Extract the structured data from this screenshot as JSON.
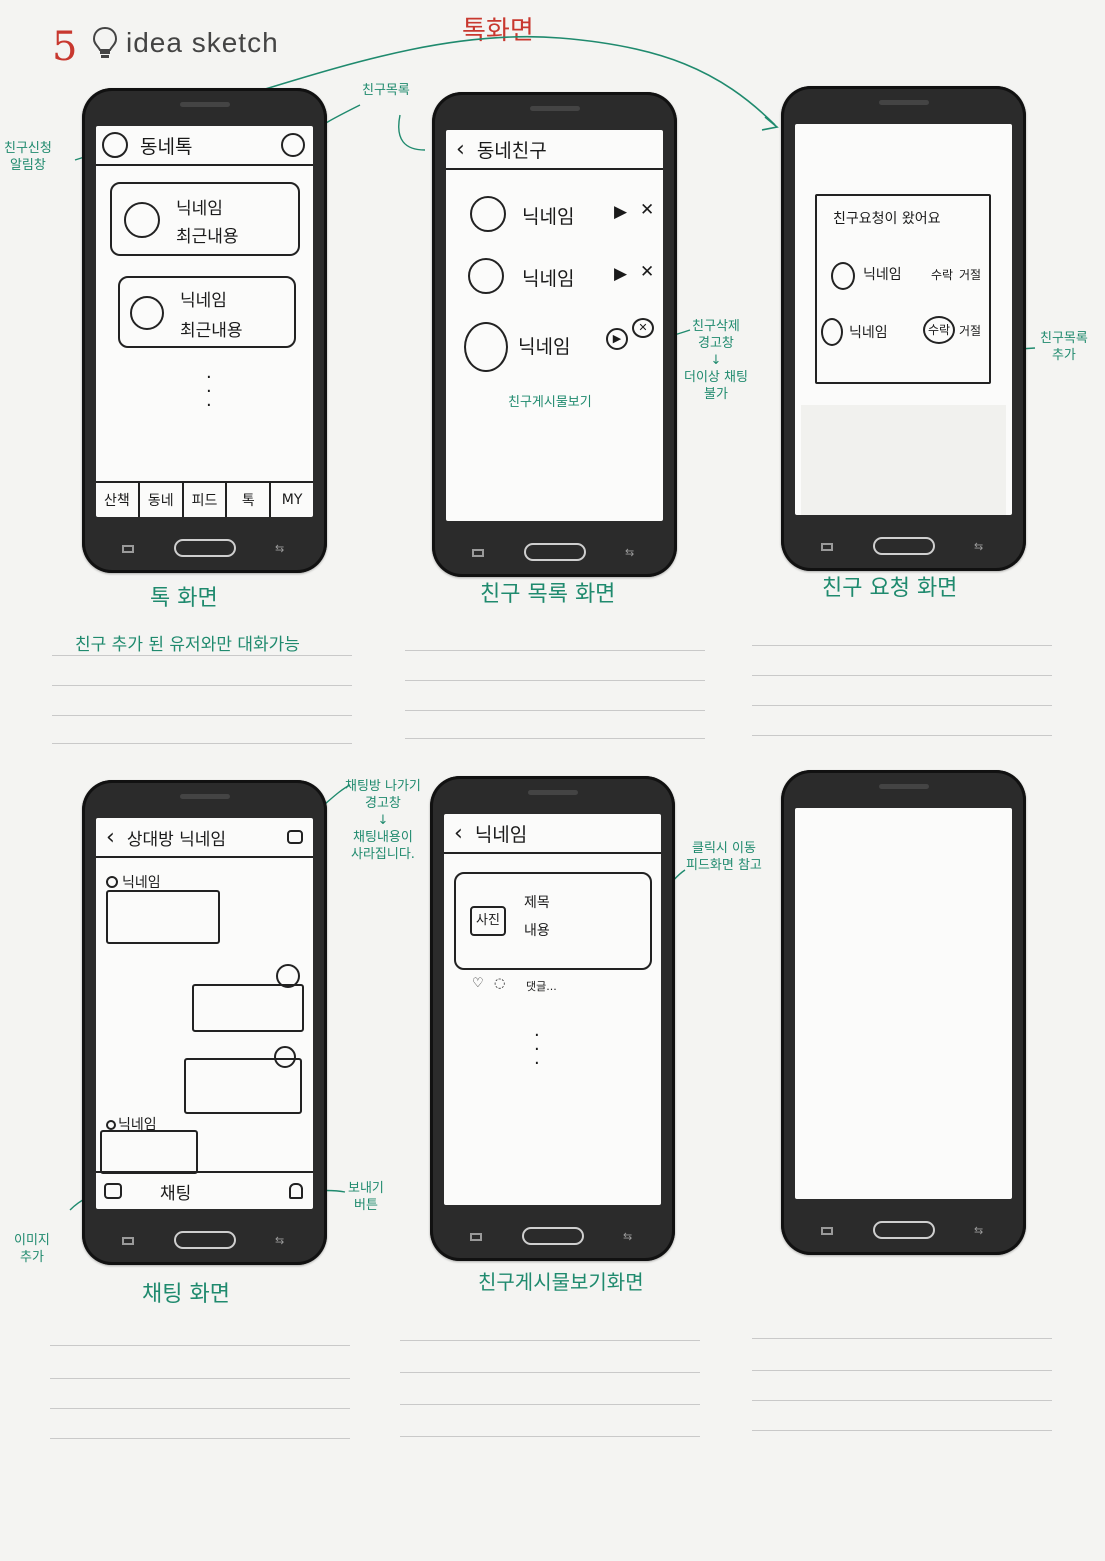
{
  "header": {
    "page_number": "5",
    "brand": "idea sketch",
    "flow_label": "톡화면"
  },
  "screen1": {
    "title": "동네톡",
    "items": [
      {
        "name": "닉네임",
        "preview": "최근내용"
      },
      {
        "name": "닉네임",
        "preview": "최근내용"
      }
    ],
    "tabs": [
      "산책",
      "동네",
      "피드",
      "톡",
      "MY"
    ],
    "caption": "톡 화면",
    "note_left": "친구신청\n알림창",
    "note_top": "친구목록",
    "note_bottom": "친구 추가 된 유저와만 대화가능"
  },
  "screen2": {
    "title": "동네친구",
    "friends": [
      "닉네임",
      "닉네임",
      "닉네임"
    ],
    "caption": "친구 목록 화면",
    "note_delete": "친구삭제\n경고창\n↓\n더이상 채팅\n불가",
    "note_view": "친구게시물보기"
  },
  "screen3": {
    "heading": "친구요청이 왔어요",
    "requests": [
      {
        "name": "닉네임",
        "accept": "수락",
        "reject": "거절"
      },
      {
        "name": "닉네임",
        "accept": "수락",
        "reject": "거절"
      }
    ],
    "caption": "친구 요청 화면",
    "note_add": "친구목록\n추가"
  },
  "screen4": {
    "title": "상대방 닉네임",
    "messages": [
      {
        "side": "left",
        "name": "닉네임"
      },
      {
        "side": "right"
      },
      {
        "side": "right"
      },
      {
        "side": "left",
        "name": "닉네임"
      }
    ],
    "input_label": "채팅",
    "caption": "채팅 화면",
    "note_exit": "채팅방 나가기\n경고창\n↓\n채팅내용이\n사라집니다.",
    "note_image": "이미지\n추가",
    "note_send": "보내기\n버튼"
  },
  "screen5": {
    "title": "닉네임",
    "post": {
      "photo": "사진",
      "title": "제목",
      "body": "내용"
    },
    "actions": "댓글...",
    "caption": "친구게시물보기화면",
    "note_click": "클릭시 이동\n피드화면 참고"
  },
  "colors": {
    "pen_green": "#1f8a6e",
    "pen_red": "#c8382f",
    "phone_body": "#2b2b2b"
  }
}
